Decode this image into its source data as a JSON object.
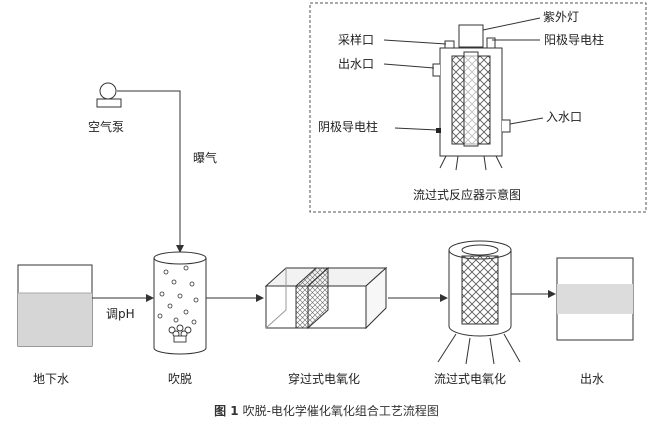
{
  "labels": {
    "uv_lamp": "紫外灯",
    "sampling_port": "采样口",
    "anode_column": "阳极导电柱",
    "water_outlet": "出水口",
    "water_inlet": "入水口",
    "cathode_column": "阴极导电柱",
    "reactor_schematic": "流过式反应器示意图",
    "air_pump": "空气泵",
    "aeration": "曝气",
    "adjust_ph": "调pH",
    "groundwater": "地下水",
    "stripping": "吹脱",
    "flow_through_electro": "穿过式电氧化",
    "flow_by_electro": "流过式电氧化",
    "effluent": "出水"
  },
  "caption": {
    "figure_number": "图 1",
    "text": "吹脱-电化学催化氧化组合工艺流程图"
  }
}
